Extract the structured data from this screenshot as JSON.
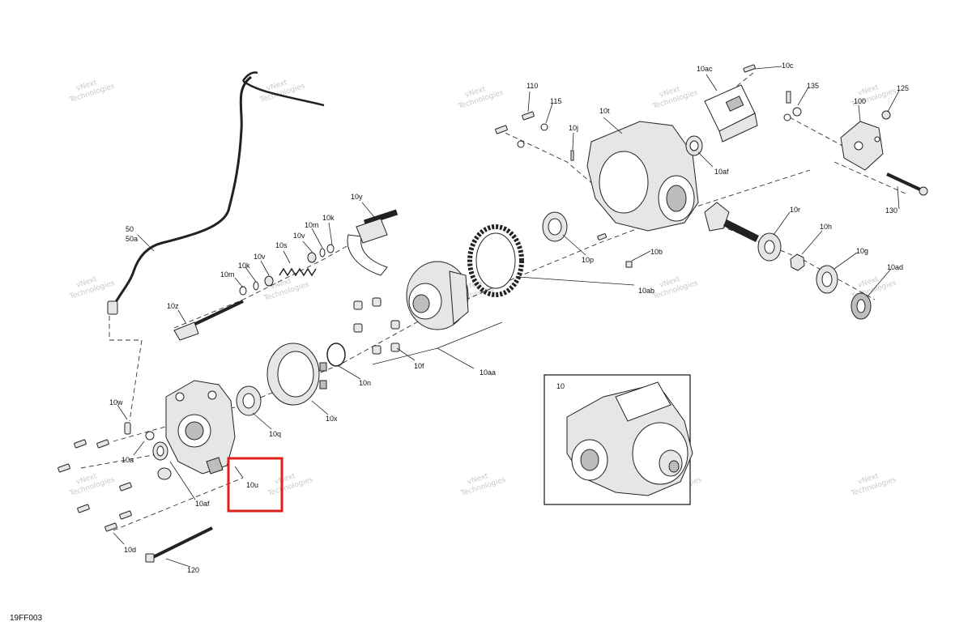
{
  "figure_code": "19FF003",
  "watermark": {
    "line1": "vNext",
    "line2": "Technologies"
  },
  "inset": {
    "label": "10"
  },
  "highlight": {
    "label": "10u",
    "color": "#e0201b"
  },
  "callouts": {
    "c50": "50",
    "c50a": "50a",
    "c10w": "10w",
    "c10a": "10a",
    "c10af_left": "10af",
    "c10d": "10d",
    "c120": "120",
    "c10z": "10z",
    "c10m_left": "10m",
    "c10k_left": "10k",
    "c10v_left": "10v",
    "c10s": "10s",
    "c10v_right": "10v",
    "c10m_right": "10m",
    "c10k_right": "10k",
    "c10y": "10y",
    "c10q": "10q",
    "c10x": "10x",
    "c10n": "10n",
    "c10f": "10f",
    "c10aa": "10aa",
    "c10ab": "10ab",
    "c10p": "10p",
    "c10b": "10b",
    "c110": "110",
    "c115": "115",
    "c10j": "10j",
    "c10t": "10t",
    "c10ac": "10ac",
    "c10c": "10c",
    "c10af_right": "10af",
    "c135": "135",
    "c100": "100",
    "c125": "125",
    "c130": "130",
    "c10r": "10r",
    "c10h": "10h",
    "c10g": "10g",
    "c10ad": "10ad"
  }
}
